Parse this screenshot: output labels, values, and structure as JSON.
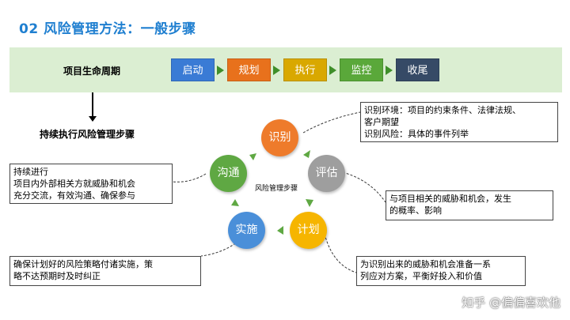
{
  "title": "02 风险管理方法：一般步骤",
  "lifecycle": {
    "label": "项目生命周期",
    "phases": [
      {
        "label": "启动",
        "color": "#3a7bd5"
      },
      {
        "label": "规划",
        "color": "#e8711c"
      },
      {
        "label": "执行",
        "color": "#d9a800"
      },
      {
        "label": "监控",
        "color": "#5aa83a"
      },
      {
        "label": "收尾",
        "color": "#364a66"
      }
    ],
    "arrow_color": "#3f8f2a"
  },
  "steps_label": "持续执行风险管理步骤",
  "cycle": {
    "center_label": "风险管理步骤",
    "steps": [
      {
        "label": "识别",
        "color": "#ee7b2b"
      },
      {
        "label": "评估",
        "color": "#9e9e9e"
      },
      {
        "label": "计划",
        "color": "#f6b500"
      },
      {
        "label": "实施",
        "color": "#4a8fd9"
      },
      {
        "label": "沟通",
        "color": "#5fa843"
      }
    ],
    "arrow_color": "#5fa843"
  },
  "notes": {
    "identify": [
      "识别环境：项目的约束条件、法律法规、",
      "客户期望",
      "识别风险：具体的事件列举"
    ],
    "assess": [
      "与项目相关的威胁和机会，发生",
      "的概率、影响"
    ],
    "plan": [
      "为识别出来的威胁和机会准备一系",
      "列应对方案，平衡好投入和价值"
    ],
    "implement": [
      "确保计划好的风险策略付诸实施，策",
      "略不达预期时及时纠正"
    ],
    "communicate": [
      "持续进行",
      "项目内外部相关方就威胁和机会",
      "充分交流，有效沟通、确保参与"
    ]
  },
  "watermark": "知乎 @偏偏喜欢他"
}
